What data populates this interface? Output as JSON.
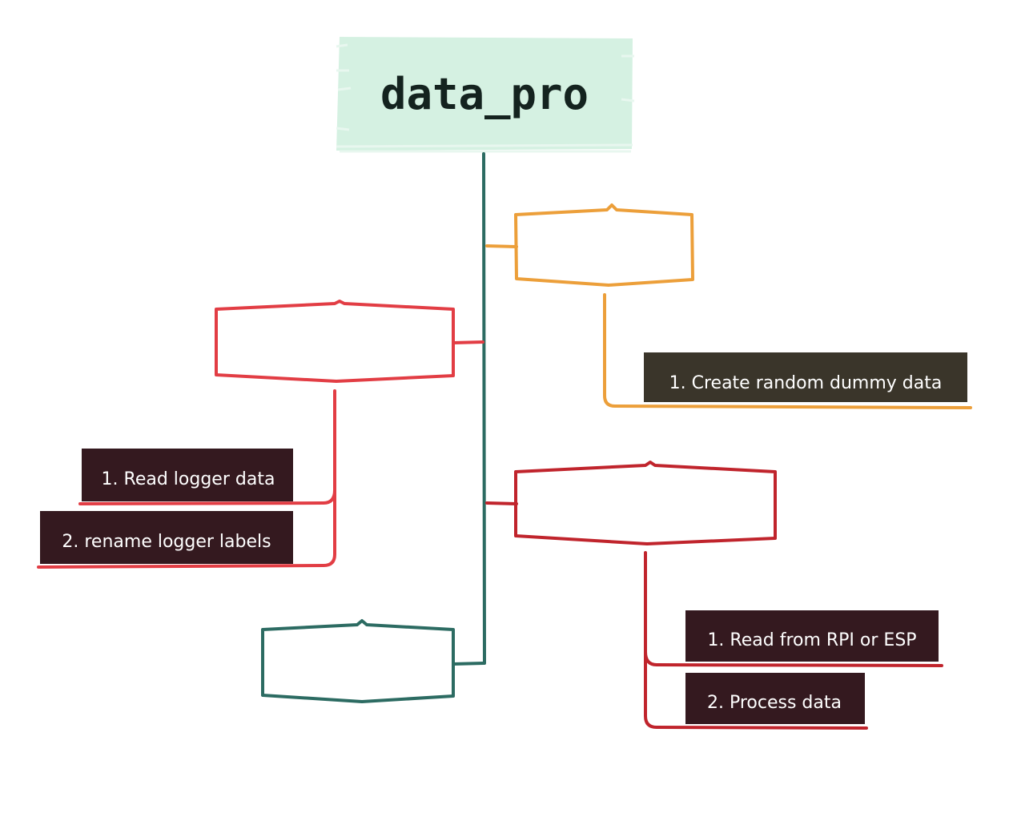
{
  "root": {
    "label": "data_pro",
    "fill": "#d5f1e2",
    "text_color": "#14231f"
  },
  "trunk_color": "#2c6b62",
  "branches": [
    {
      "id": "dummy",
      "color": "#ec9f3a",
      "title": "",
      "items": [
        {
          "label": "1. Create random dummy data",
          "fill": "#3a352a"
        }
      ]
    },
    {
      "id": "logger",
      "color": "#e23d44",
      "title": "",
      "items": [
        {
          "label": "1. Read logger data",
          "fill": "#34191f"
        },
        {
          "label": "2. rename logger labels",
          "fill": "#34191f"
        }
      ]
    },
    {
      "id": "device",
      "color": "#c0242c",
      "title": "",
      "items": [
        {
          "label": "1. Read from RPI or ESP",
          "fill": "#34191f"
        },
        {
          "label": "2. Process data",
          "fill": "#34191f"
        }
      ]
    },
    {
      "id": "empty",
      "color": "#2c6b62",
      "title": "",
      "items": []
    }
  ]
}
